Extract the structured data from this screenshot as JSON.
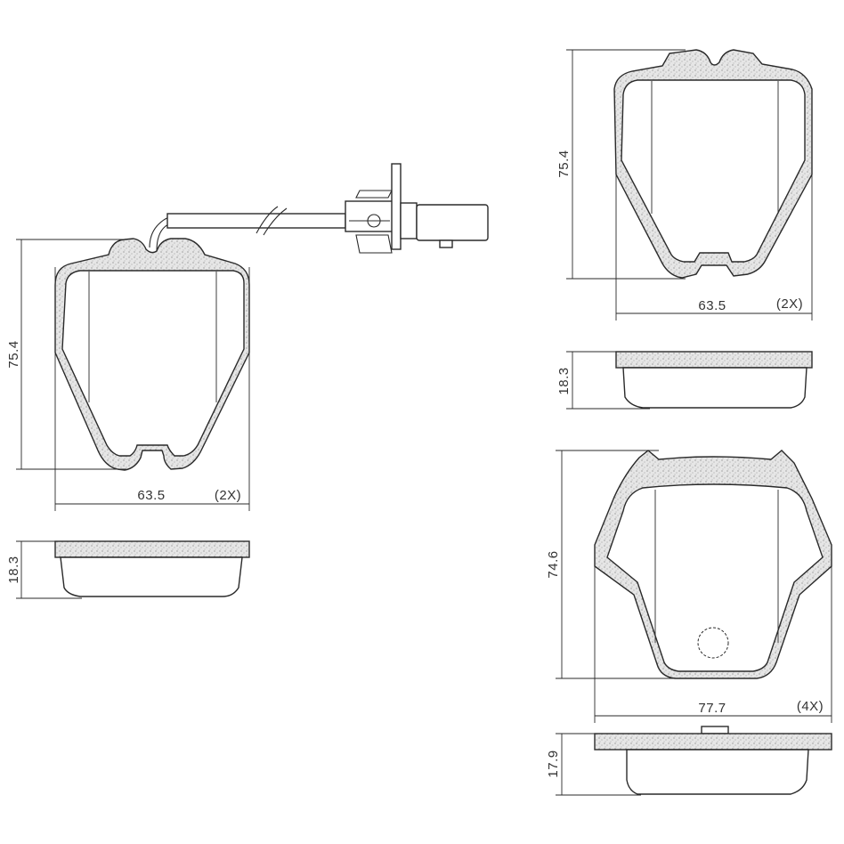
{
  "pad_set_1": {
    "height_mm": "75.4",
    "width_mm": "63.5",
    "quantity": "(2X)",
    "thickness_mm": "18.3",
    "has_wear_sensor": true
  },
  "pad_set_2": {
    "height_mm": "75.4",
    "width_mm": "63.5",
    "quantity": "(2X)",
    "thickness_mm": "18.3"
  },
  "pad_set_3": {
    "height_mm": "74.6",
    "width_mm": "77.7",
    "quantity": "(4X)",
    "thickness_mm": "17.9"
  },
  "colors": {
    "line": "#2a2a2a",
    "friction_material": "#d8d8d8",
    "text": "#333333"
  }
}
